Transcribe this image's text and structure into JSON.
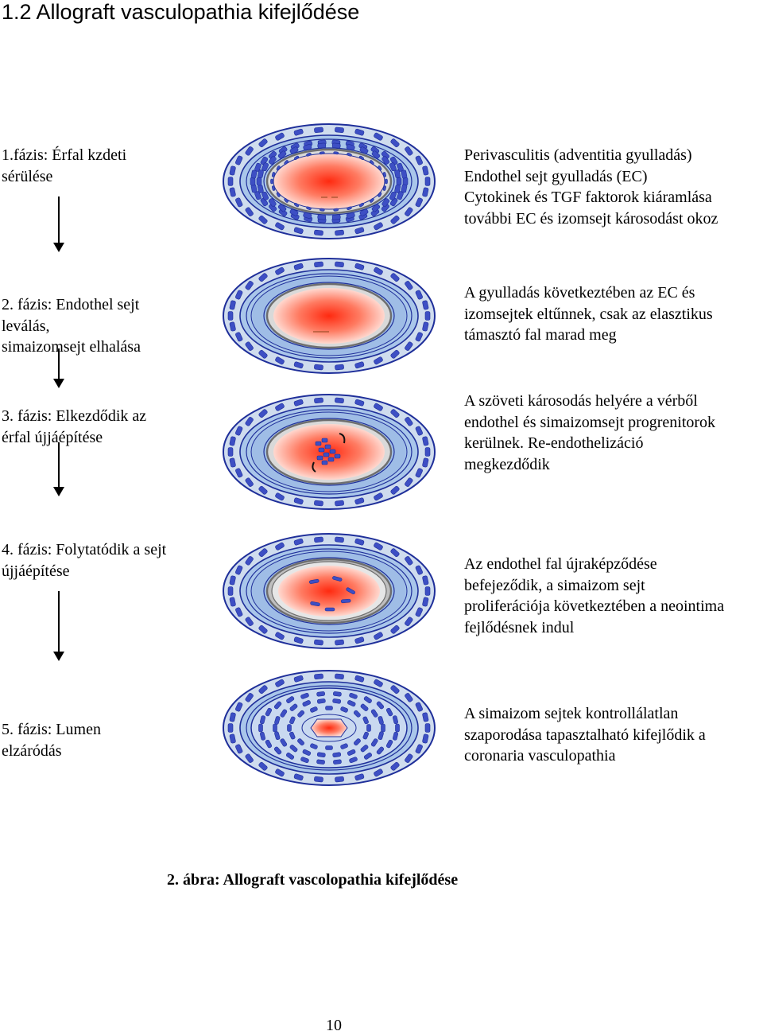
{
  "heading": "1.2 Allograft vasculopathia kifejlődése",
  "phases": [
    {
      "label": [
        "1.fázis: Érfal kzdeti",
        "sérülése"
      ],
      "description": [
        "Perivasculitis (adventitia gyulladás)",
        "Endothel sejt gyulladás (EC)",
        "Cytokinek és TGF faktorok kiáramlása",
        "további EC és izomsejt károsodást okoz"
      ]
    },
    {
      "label": [
        "2. fázis: Endothel sejt",
        "leválás,",
        "simaizomsejt elhalása"
      ],
      "description": [
        "A gyulladás következtében az EC és",
        "izomsejtek eltűnnek, csak az elasztikus",
        "támasztó fal marad meg"
      ]
    },
    {
      "label": [
        "3. fázis: Elkezdődik az",
        "érfal újjáépítése"
      ],
      "description": [
        "A szöveti károsodás helyére a vérből",
        "endothel és simaizomsejt progrenitorok",
        "kerülnek. Re-endothelizáció",
        "megkezdődik"
      ]
    },
    {
      "label": [
        "4. fázis: Folytatódik a sejt",
        "újjáépítése"
      ],
      "description": [
        "Az endothel fal újraképződése",
        "befejeződik, a simaizom sejt",
        "proliferációja következtében a neointima",
        "fejlődésnek indul"
      ]
    },
    {
      "label": [
        "5. fázis: Lumen",
        "elzáródás"
      ],
      "description": [
        "A simaizom sejtek kontrollálatlan",
        "szaporodása tapasztalható kifejlődik a",
        "coronaria vasculopathia"
      ]
    }
  ],
  "caption": "2. ábra: Allograft vascolopathia kifejlődése",
  "page_number": "10",
  "colors": {
    "lumen_center": "#ff2a10",
    "lumen_edge": "#ffd8cf",
    "vessel_wall_dark": "#1f2f9a",
    "vessel_wall_light": "#a9c6ea",
    "adventitia": "#cfdcee",
    "elastic_lamina": "#6e6e6e",
    "cell": "#3d4fc4"
  }
}
